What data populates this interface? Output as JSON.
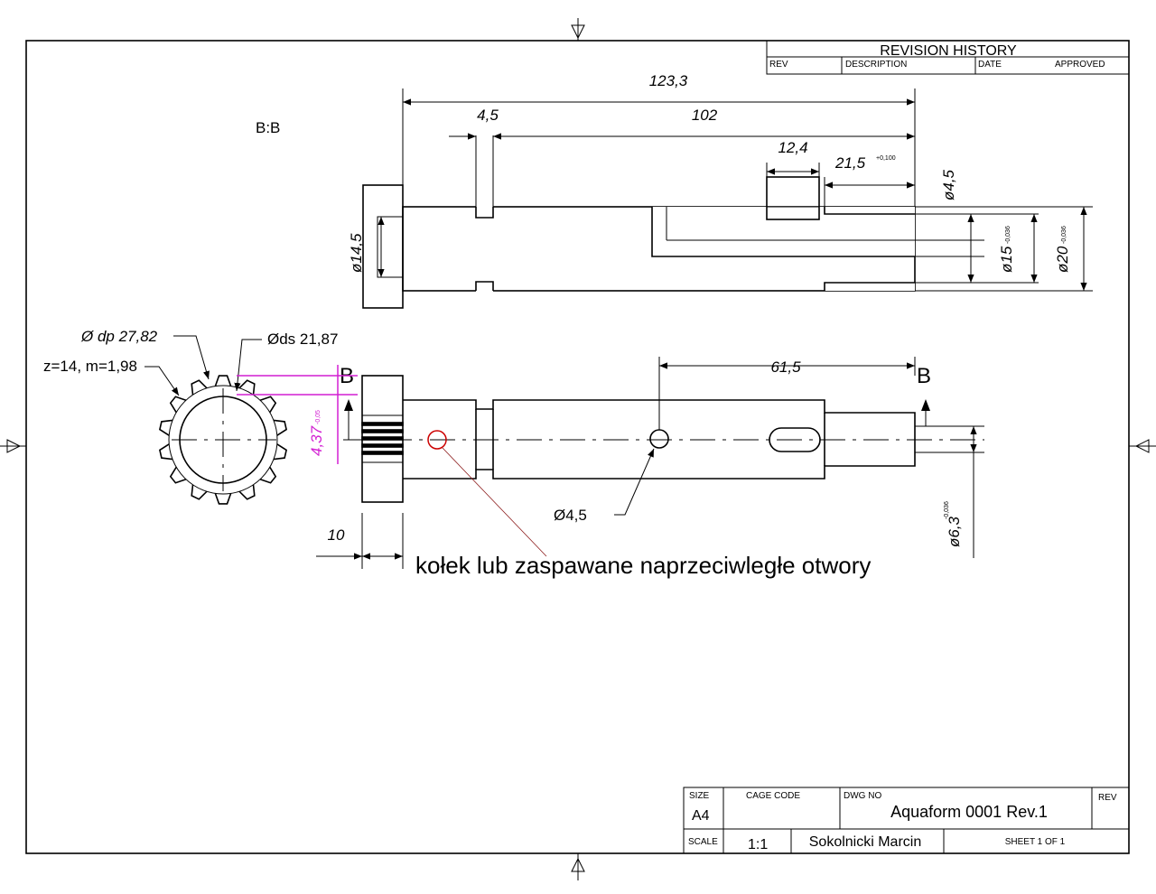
{
  "revision_history": {
    "title": "REVISION HISTORY",
    "columns": [
      "REV",
      "DESCRIPTION",
      "DATE",
      "APPROVED"
    ]
  },
  "section_label": "B:B",
  "dimensions": {
    "overall_length": "123,3",
    "length_102": "102",
    "groove_4_5": "4,5",
    "slot_12_4": "12,4",
    "slot_offset": "21,5",
    "slot_offset_tol": "+0,100",
    "dia_4_5_vertical": "ø4,5",
    "dia_14_5": "ø14,5",
    "dia_15": "ø15",
    "dia_15_tol": "-0,036",
    "dia_20": "ø20",
    "dia_20_tol": "-0,036",
    "hole_position": "61,5",
    "hole_dia": "Ø4,5",
    "gear_width": "10",
    "flat_dia": "ø6,3",
    "flat_tol": "-0,036",
    "gear_dp": "Ø dp 27,82",
    "gear_ds": "Øds 21,87",
    "gear_z_m": "z=14, m=1,98",
    "spline_width": "4,37",
    "spline_tol": "-0,05"
  },
  "section_markers": [
    "B",
    "B"
  ],
  "annotation": "kołek lub zaspawane naprzeciwległe otwory",
  "colors": {
    "line": "#000000",
    "highlight_dim": "#d21fd2",
    "note_circle": "#cc0000",
    "leader": "#8b1a1a"
  },
  "title_block": {
    "size_label": "SIZE",
    "size_value": "A4",
    "cage_code_label": "CAGE  CODE",
    "dwg_no_label": "DWG  NO",
    "dwg_no_value": "Aquaform 0001 Rev.1",
    "rev_label": "REV",
    "scale_label": "SCALE",
    "scale_value": "1:1",
    "author": "Sokolnicki Marcin",
    "sheet": "SHEET  1 OF  1"
  }
}
